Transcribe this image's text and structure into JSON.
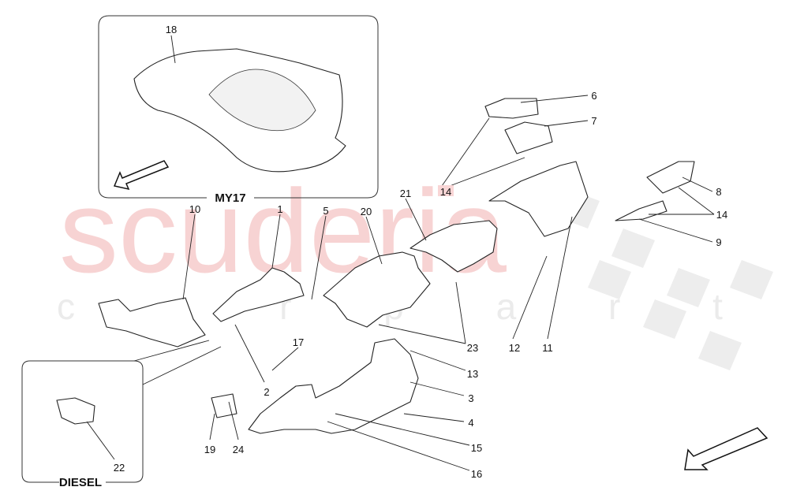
{
  "watermark": {
    "brand": "scuderia",
    "sub": "c a r p a r t s",
    "color": "#f7d3d3"
  },
  "insets": {
    "my17": {
      "title": "MY17",
      "part": "18"
    },
    "diesel": {
      "title": "DIESEL",
      "part": "22"
    }
  },
  "highlight_color": "#f9d6d6",
  "callouts": [
    "1",
    "2",
    "3",
    "4",
    "5",
    "6",
    "7",
    "8",
    "9",
    "10",
    "11",
    "12",
    "13",
    "14",
    "14",
    "15",
    "16",
    "17",
    "19",
    "20",
    "21",
    "23",
    "24"
  ],
  "icons": [
    "direction-arrow-icon"
  ]
}
